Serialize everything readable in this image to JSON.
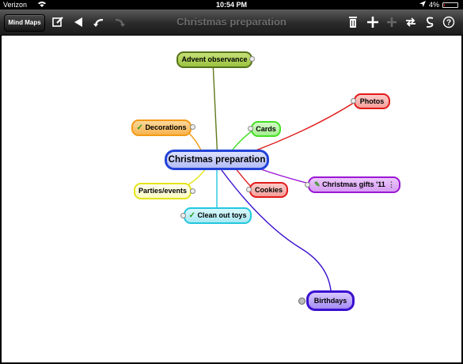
{
  "status_bar": {
    "carrier": "Verizon",
    "time": "10:54 PM",
    "battery_text": "4%",
    "battery_level": 0.04
  },
  "toolbar": {
    "maps_button": "Mind Maps",
    "title": "Christmas preparation",
    "icons": [
      "compose-icon",
      "back-arrow-icon",
      "undo-icon",
      "redo-icon",
      "trash-icon",
      "add-node-icon",
      "add-child-icon",
      "relink-icon",
      "connect-icon",
      "help-icon"
    ]
  },
  "mindmap": {
    "central": "Christmas preparation",
    "topics": {
      "advent": "Advent observance",
      "decorations": "Decorations",
      "cards": "Cards",
      "photos": "Photos",
      "gifts": "Christmas gifts '11",
      "cookies": "Cookies",
      "parties": "Parties/events",
      "toys": "Clean out toys",
      "birthdays": "Birthdays"
    },
    "colors": {
      "central": "#2243d8",
      "advent": "#5d7a1d",
      "decorations": "#f39a16",
      "cards": "#43e023",
      "photos": "#e21a1a",
      "gifts": "#9b17d4",
      "cookies": "#e21a1a",
      "parties": "#e4e41a",
      "toys": "#23c7de",
      "birthdays": "#3a0fd0"
    }
  }
}
